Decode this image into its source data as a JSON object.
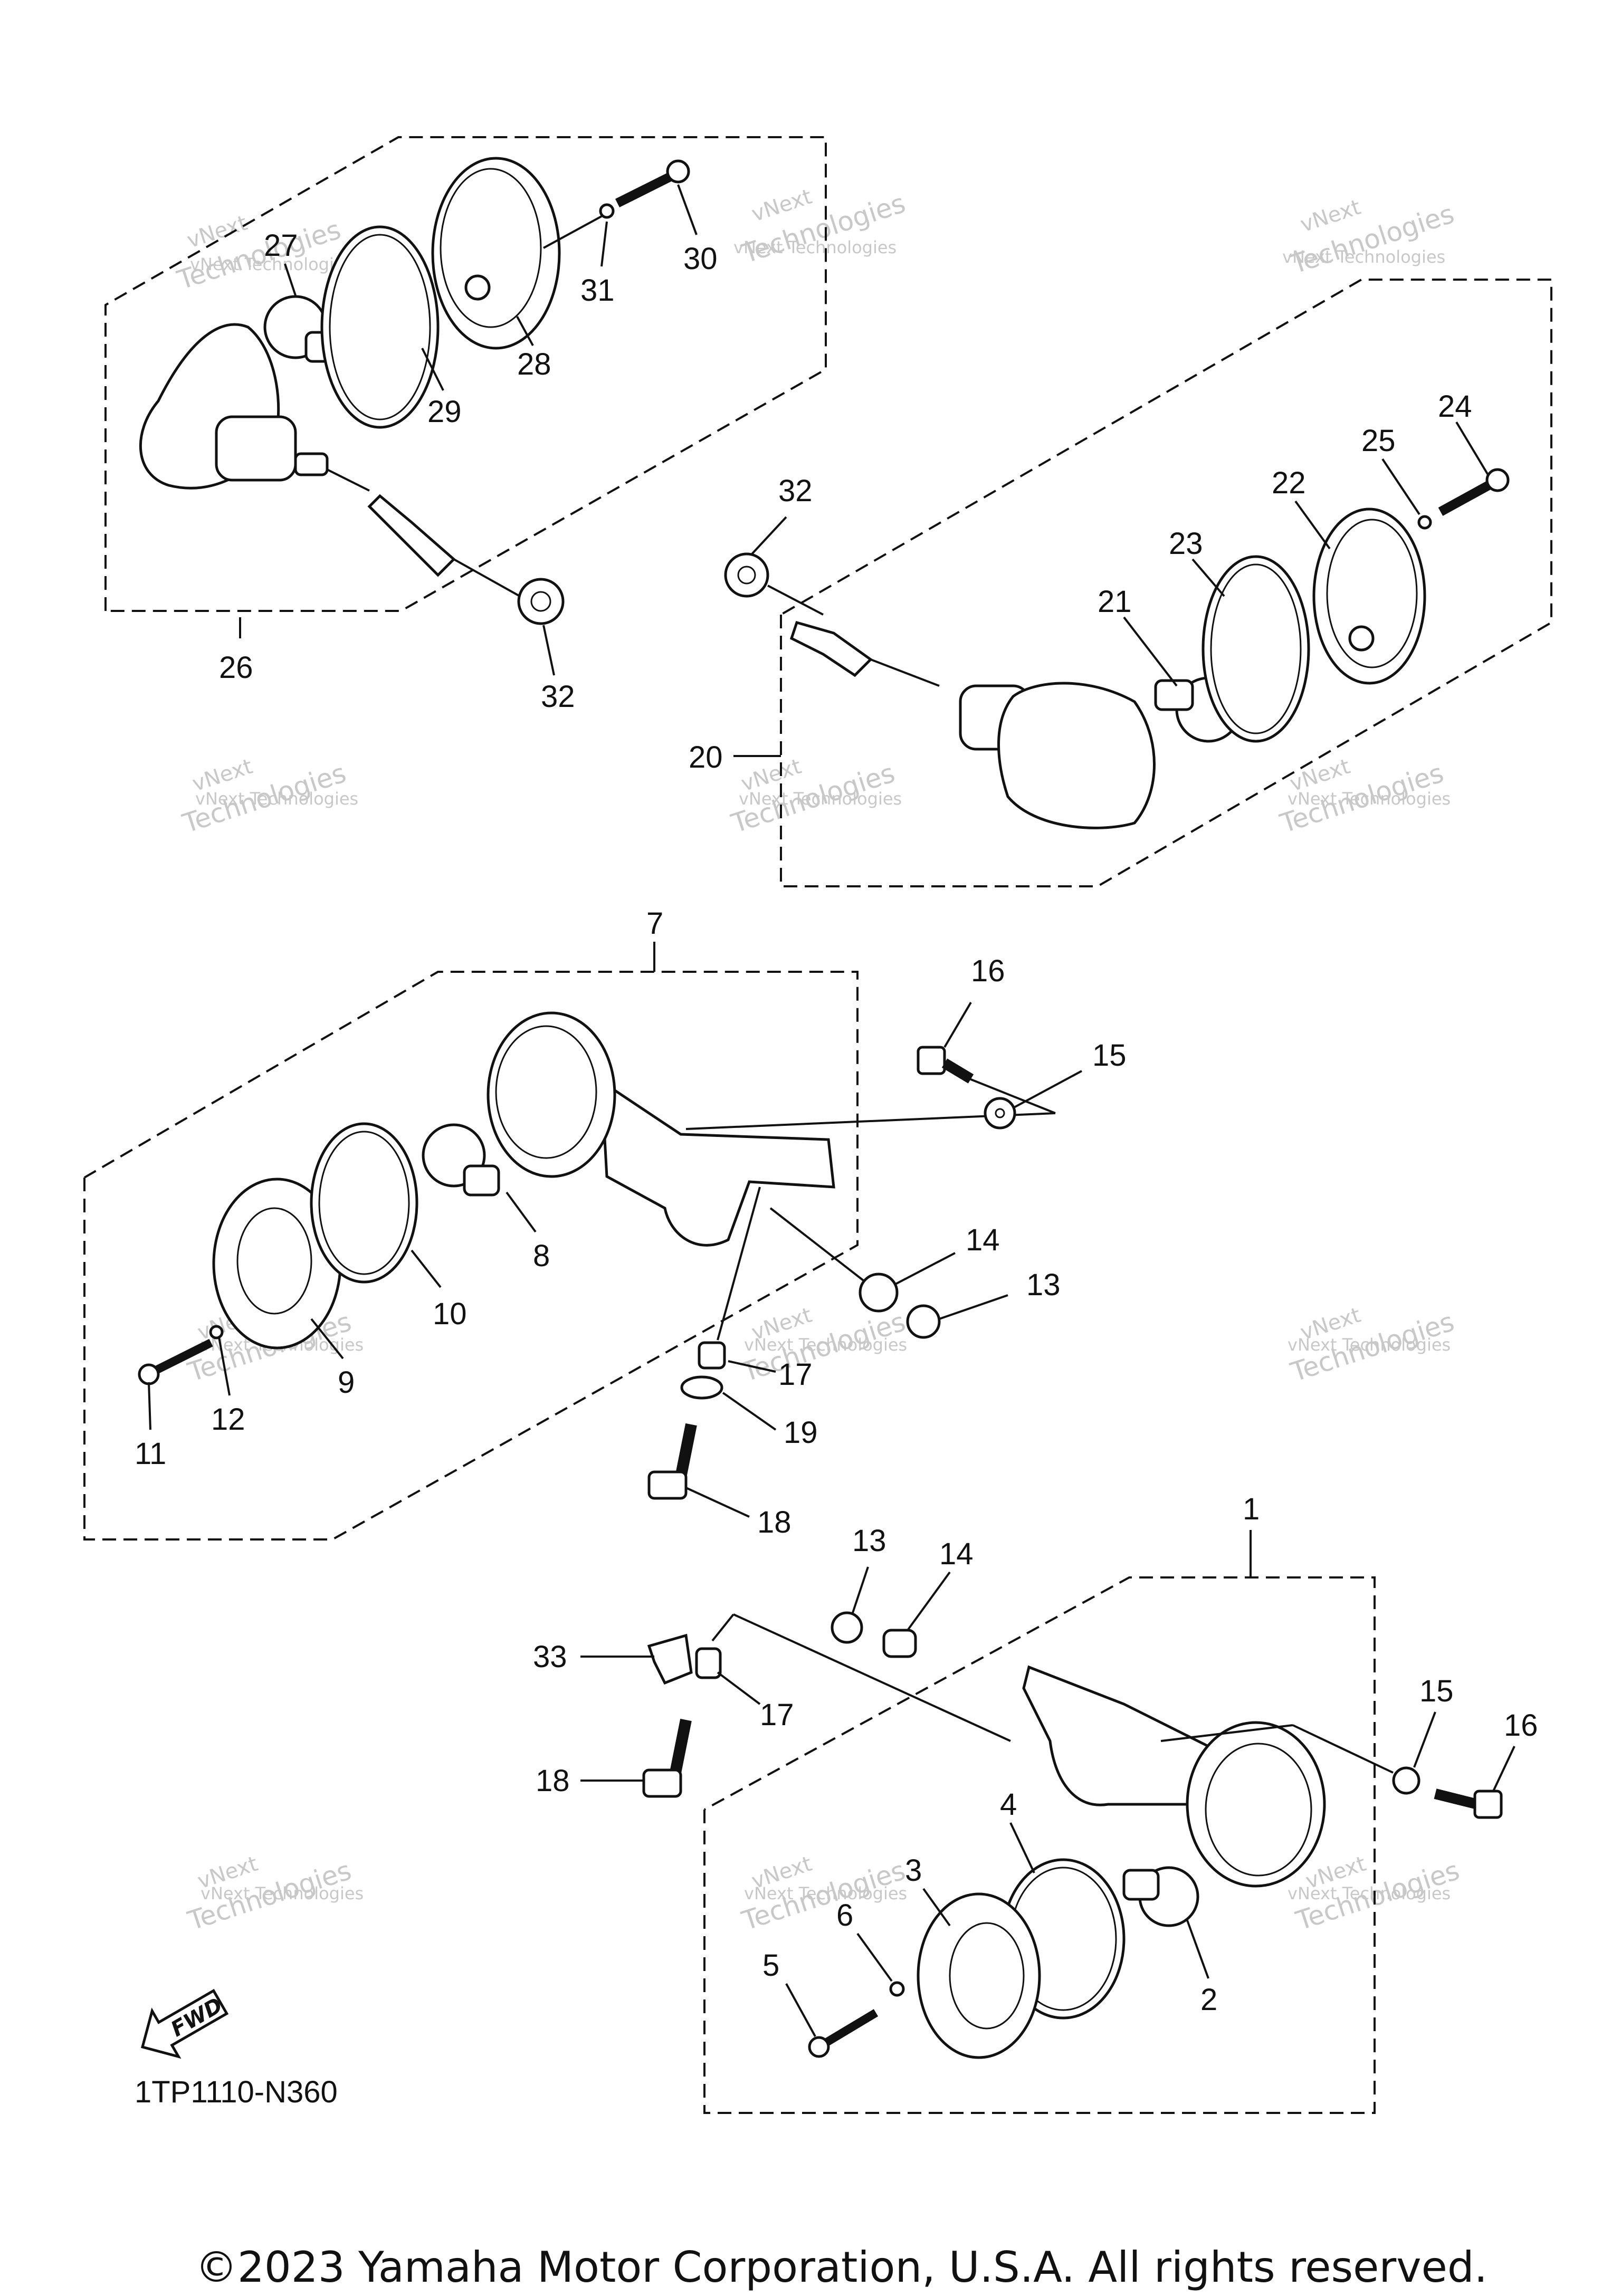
{
  "diagram": {
    "watermark_line1": "vNext Technologies",
    "watermark_line2": "Technologies",
    "watermark_line0": "vNext",
    "fwd_label": "FWD",
    "diagram_code": "1TP1110-N360",
    "copyright": "©2023 Yamaha Motor Corporation, U.S.A. All rights reserved.",
    "callouts": {
      "c1": "1",
      "c2": "2",
      "c3": "3",
      "c4": "4",
      "c5": "5",
      "c6": "6",
      "c7": "7",
      "c8": "8",
      "c9": "9",
      "c10": "10",
      "c11": "11",
      "c12": "12",
      "c13a": "13",
      "c13b": "13",
      "c14a": "14",
      "c14b": "14",
      "c15a": "15",
      "c15b": "15",
      "c16a": "16",
      "c16b": "16",
      "c17a": "17",
      "c17b": "17",
      "c18a": "18",
      "c18b": "18",
      "c19": "19",
      "c20": "20",
      "c21": "21",
      "c22": "22",
      "c23": "23",
      "c24": "24",
      "c25": "25",
      "c26": "26",
      "c27": "27",
      "c28": "28",
      "c29": "29",
      "c30": "30",
      "c31": "31",
      "c32a": "32",
      "c32b": "32",
      "c33": "33"
    }
  }
}
